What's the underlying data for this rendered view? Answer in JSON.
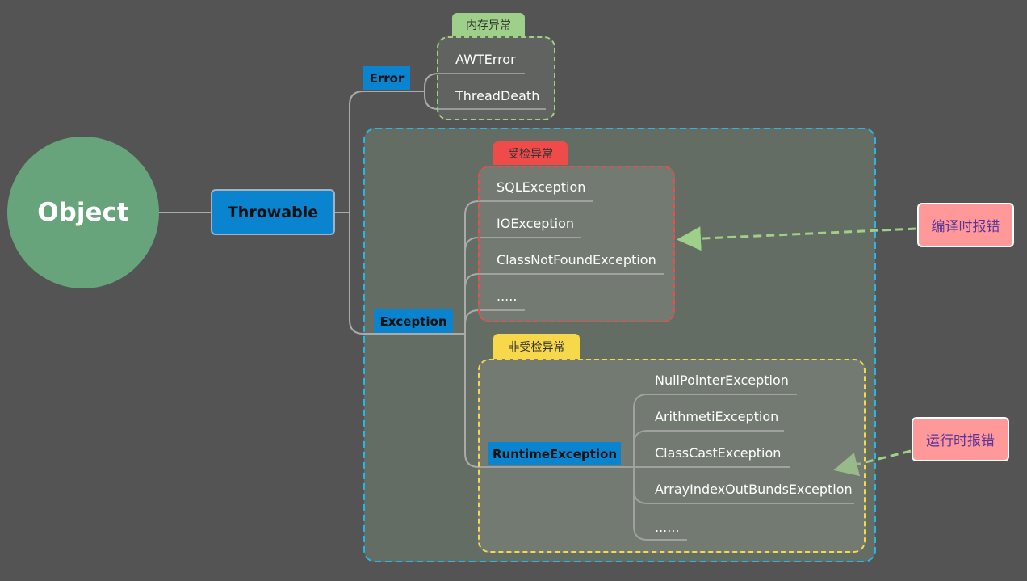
{
  "root": {
    "label": "Object"
  },
  "throwable": {
    "label": "Throwable"
  },
  "error": {
    "label": "Error",
    "group_label": "内存异常",
    "children": [
      "AWTError",
      "ThreadDeath"
    ]
  },
  "exception": {
    "label": "Exception",
    "checked": {
      "group_label": "受检异常",
      "children": [
        "SQLException",
        "IOException",
        "ClassNotFoundException",
        "....."
      ]
    },
    "unchecked": {
      "group_label": "非受检异常",
      "node_label": "RuntimeException",
      "children": [
        "NullPointerException",
        "ArithmetiException",
        "ClassCastException",
        "ArrayIndexOutBundsException",
        "......"
      ]
    }
  },
  "callouts": {
    "compile": "编译时报错",
    "runtime": "运行时报错"
  },
  "colors": {
    "background": "#535453",
    "node_blue": "#0b84cf",
    "root_green": "#67a47b",
    "error_green": "#9fd08a",
    "checked_red": "#ef4b4b",
    "unchecked_yellow": "#f6d84a",
    "exception_blue": "#29b6e6",
    "callout_pink": "#ff9999"
  }
}
